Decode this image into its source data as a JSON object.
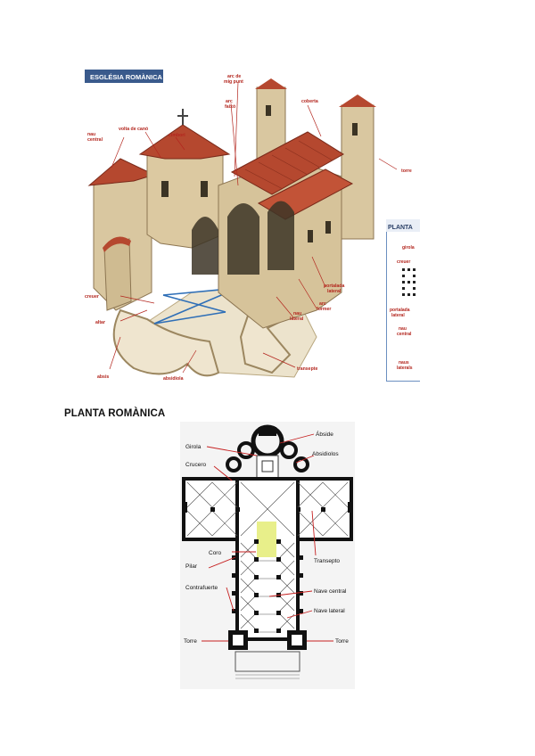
{
  "top_figure": {
    "title_badge": "ESGLÉSIA ROMÀNICA",
    "labels": {
      "arc_mig_punt_1": "arc de",
      "arc_mig_punt_2": "mig punt",
      "arc_faixo_1": "arc",
      "arc_faixo_2": "faixó",
      "coberta": "coberta",
      "cimbori": "cimbori",
      "volta_de_cano": "volta de canó",
      "nau_central_1": "nau",
      "nau_central_2": "central",
      "torre": "torre",
      "creuer": "creuer",
      "altar": "altar",
      "absis": "absis",
      "absidiola": "absidiola",
      "portalada_lateral_1": "portalada",
      "portalada_lateral_2": "lateral",
      "arc_former_1": "arc",
      "arc_former_2": "former",
      "nau_lateral_1": "nau",
      "nau_lateral_2": "lateral",
      "transepte": "transepte"
    },
    "plan_panel": {
      "title": "PLANTA",
      "girola": "girola",
      "creuer": "creuer",
      "portalada_lateral_1": "portalada",
      "portalada_lateral_2": "lateral",
      "nau_central_1": "nau",
      "nau_central_2": "central",
      "naus_laterals_1": "naus",
      "naus_laterals_2": "laterals"
    }
  },
  "section_heading": "PLANTA ROMÀNICA",
  "bottom_figure": {
    "labels": {
      "abside": "Ábside",
      "girola": "Girola",
      "absidiolos": "Absidiolos",
      "crucero": "Crucero",
      "coro": "Coro",
      "transepto": "Transepto",
      "pilar": "Pilar",
      "contrafuerte": "Contrafuerte",
      "nave_central": "Nave central",
      "nave_lateral": "Nave lateral",
      "torre_left": "Torre",
      "torre_right": "Torre"
    }
  },
  "colors": {
    "badge_bg": "#3a5a8c",
    "label_red": "#b3261e",
    "roof": "#b5482f",
    "stone": "#d9c7a0",
    "floor": "#ece3cc",
    "coro_fill": "#e8ef8a",
    "plan_border": "#6b8fc0"
  }
}
